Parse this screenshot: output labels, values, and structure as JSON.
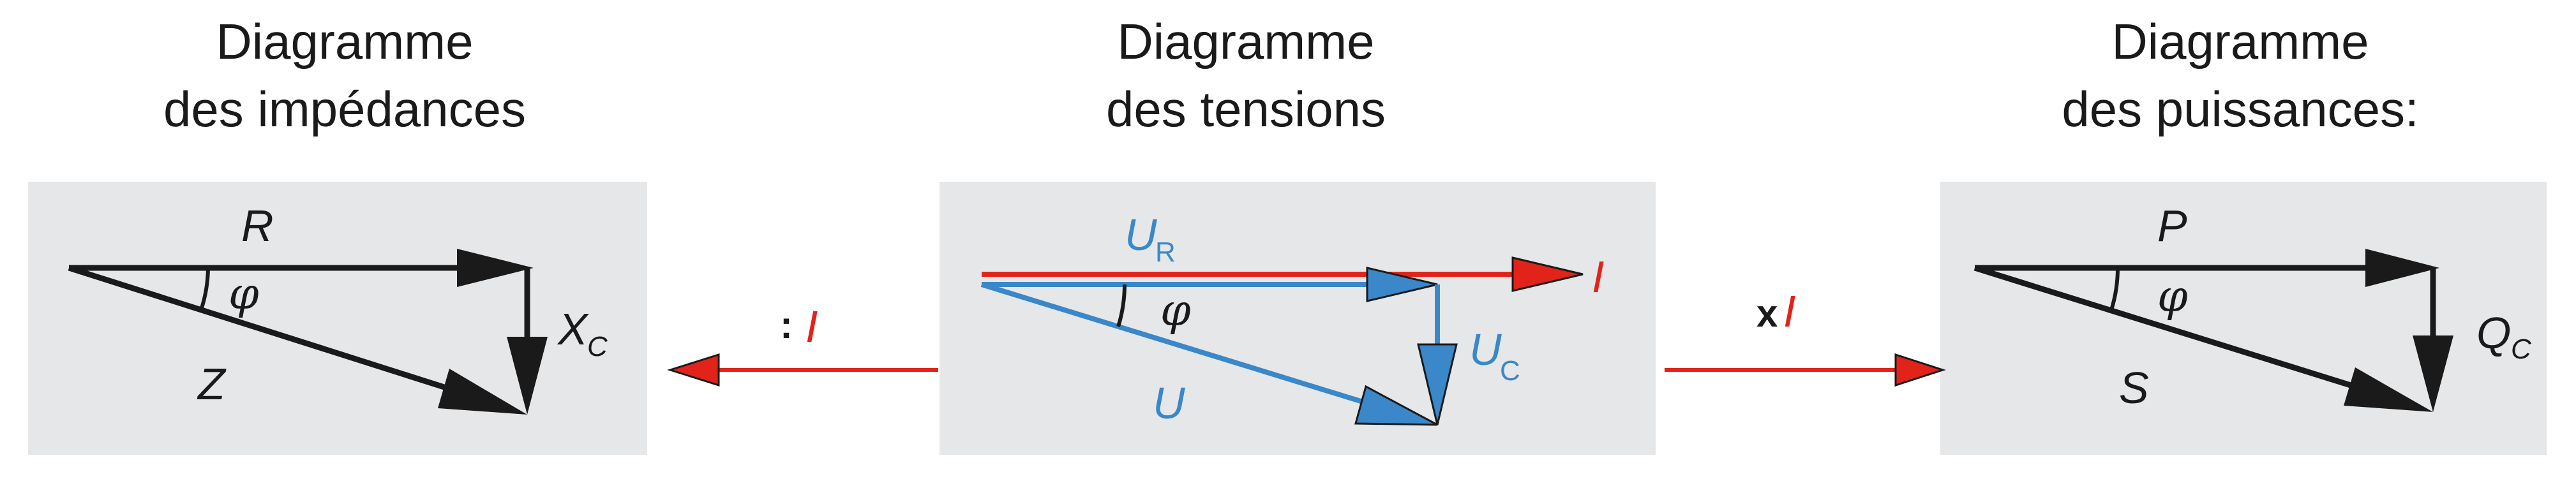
{
  "impedance": {
    "title_line1": "Diagramme",
    "title_line2": "des impédances",
    "label_r": "R",
    "label_z": "Z",
    "label_x": "X",
    "label_x_sub": "C",
    "label_phi": "φ"
  },
  "voltage": {
    "title_line1": "Diagramme",
    "title_line2": "des tensions",
    "label_ur": "U",
    "label_ur_sub": "R",
    "label_u": "U",
    "label_uc": "U",
    "label_uc_sub": "C",
    "label_i": "I",
    "label_phi": "φ"
  },
  "power": {
    "title_line1": "Diagramme",
    "title_line2": "des puissances:",
    "label_p": "P",
    "label_s": "S",
    "label_q": "Q",
    "label_q_sub": "C",
    "label_phi": "φ"
  },
  "left_operation": {
    "operator": ":",
    "current": "I"
  },
  "right_operation": {
    "operator": "x",
    "current": "I"
  },
  "colors": {
    "panel": "#e6e7e8",
    "black": "#1a1a1a",
    "blue": "#3a87c9",
    "red": "#e2231a"
  }
}
